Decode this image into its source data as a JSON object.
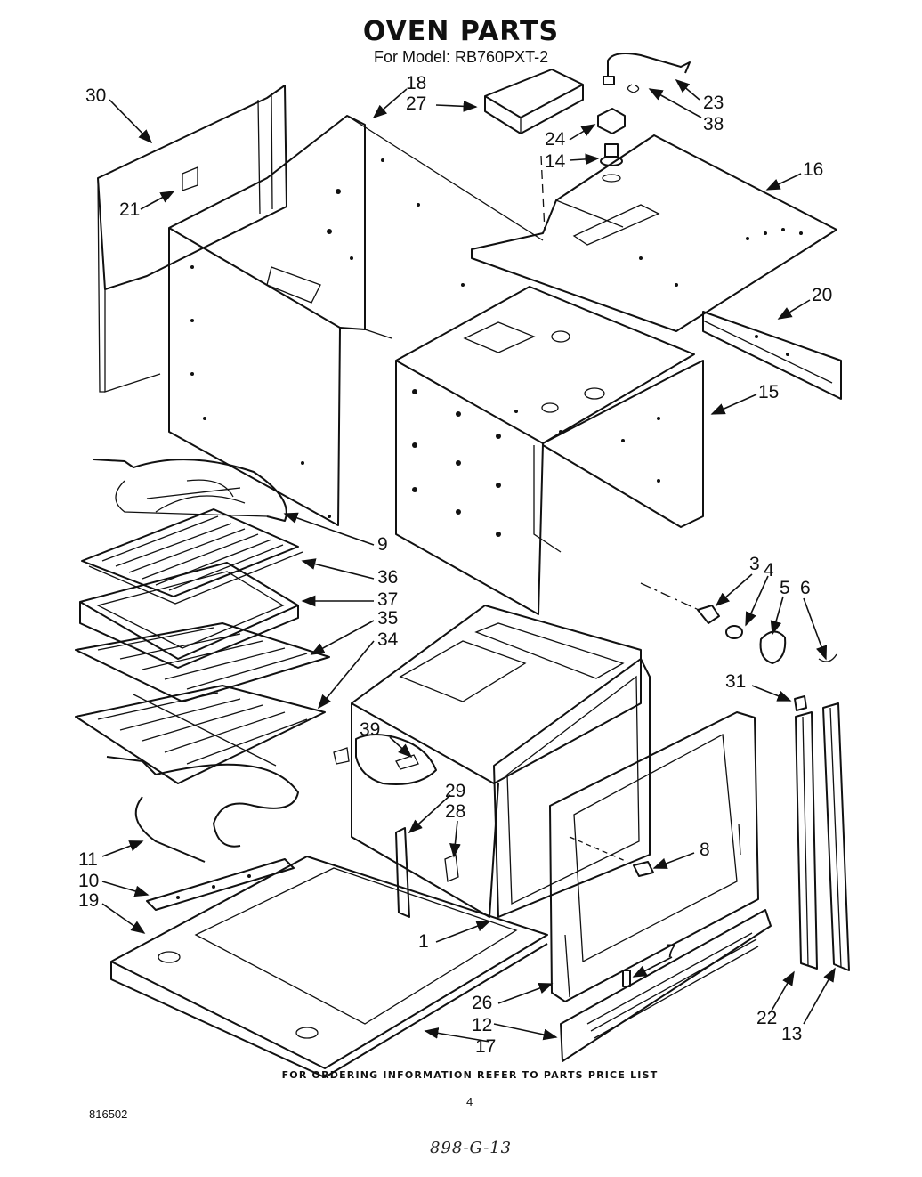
{
  "header": {
    "title": "OVEN PARTS",
    "model_line": "For Model: RB760PXT-2"
  },
  "footer": {
    "ordering_note": "FOR ORDERING INFORMATION REFER TO PARTS PRICE LIST",
    "page_number": "4",
    "document_number": "816502",
    "handwritten_note": "898-G-13"
  },
  "callouts": [
    "30",
    "18",
    "27",
    "23",
    "38",
    "24",
    "14",
    "16",
    "21",
    "20",
    "15",
    "9",
    "36",
    "37",
    "35",
    "34",
    "3",
    "4",
    "5",
    "6",
    "31",
    "39",
    "29",
    "28",
    "8",
    "11",
    "10",
    "19",
    "1",
    "7",
    "26",
    "12",
    "17",
    "22",
    "13"
  ]
}
